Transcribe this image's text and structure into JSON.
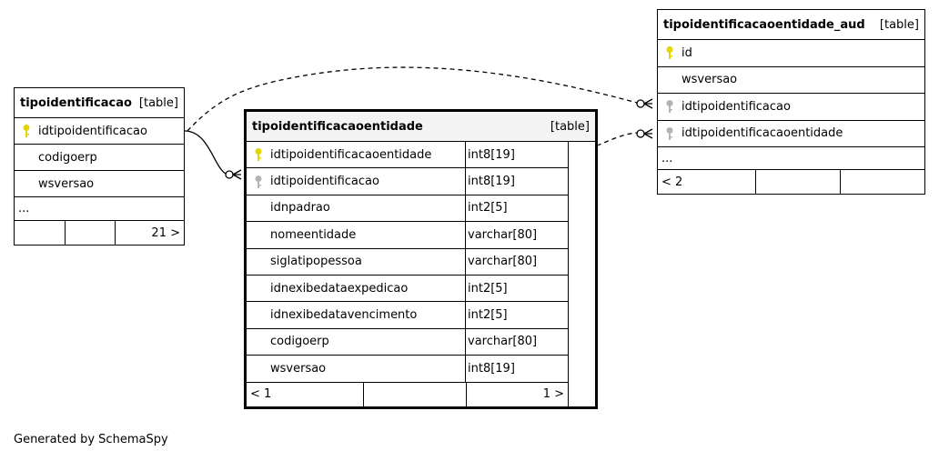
{
  "tables": {
    "tipoidentificacao": {
      "name": "tipoidentificacao",
      "kind": "[table]",
      "columns": [
        {
          "name": "idtipoidentificacao",
          "key": "primary"
        },
        {
          "name": "codigoerp",
          "key": "none"
        },
        {
          "name": "wsversao",
          "key": "none"
        }
      ],
      "ellipsis": "...",
      "footer": [
        "",
        "",
        "21 >"
      ]
    },
    "tipoidentificacaoentidade": {
      "name": "tipoidentificacaoentidade",
      "kind": "[table]",
      "columns": [
        {
          "name": "idtipoidentificacaoentidade",
          "type": "int8[19]",
          "key": "primary"
        },
        {
          "name": "idtipoidentificacao",
          "type": "int8[19]",
          "key": "foreign"
        },
        {
          "name": "idnpadrao",
          "type": "int2[5]",
          "key": "none"
        },
        {
          "name": "nomeentidade",
          "type": "varchar[80]",
          "key": "none"
        },
        {
          "name": "siglatipopessoa",
          "type": "varchar[80]",
          "key": "none"
        },
        {
          "name": "idnexibedataexpedicao",
          "type": "int2[5]",
          "key": "none"
        },
        {
          "name": "idnexibedatavencimento",
          "type": "int2[5]",
          "key": "none"
        },
        {
          "name": "codigoerp",
          "type": "varchar[80]",
          "key": "none"
        },
        {
          "name": "wsversao",
          "type": "int8[19]",
          "key": "none"
        }
      ],
      "footer": [
        "< 1",
        "",
        "1 >"
      ]
    },
    "tipoidentificacaoentidade_aud": {
      "name": "tipoidentificacaoentidade_aud",
      "kind": "[table]",
      "columns": [
        {
          "name": "id",
          "key": "primary"
        },
        {
          "name": "wsversao",
          "key": "none"
        },
        {
          "name": "idtipoidentificacao",
          "key": "foreign"
        },
        {
          "name": "idtipoidentificacaoentidade",
          "key": "foreign"
        }
      ],
      "ellipsis": "...",
      "footer": [
        "< 2",
        "",
        ""
      ]
    }
  },
  "colors": {
    "primary_key": "#e6d400",
    "foreign_key": "#b4b4b4",
    "line": "#000000",
    "focus_header_bg": "#f4f4f4"
  },
  "generated_by": "Generated by SchemaSpy"
}
